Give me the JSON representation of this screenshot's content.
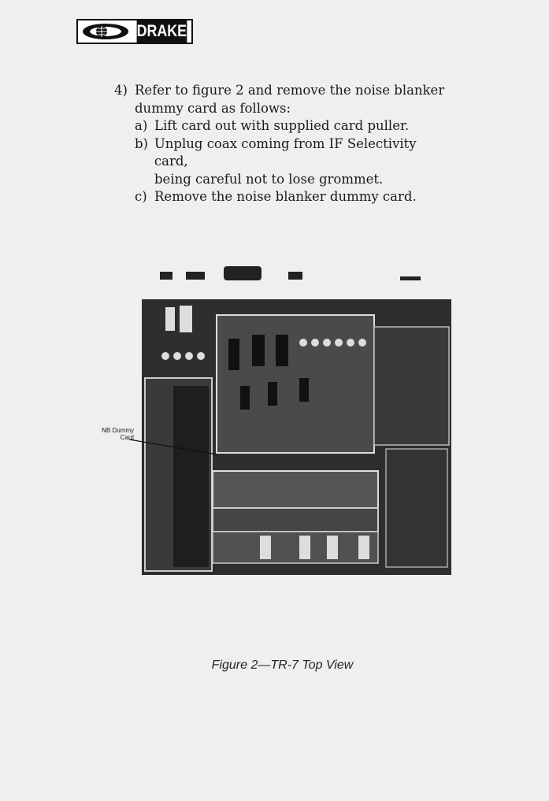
{
  "logo": {
    "text": "DRAKE"
  },
  "instructions": {
    "step_number": "4)",
    "step_text_line1": "Refer to figure 2 and remove the noise blanker",
    "step_text_line2": "dummy card as follows:",
    "substeps": [
      {
        "label": "a)",
        "text": "Lift card out with supplied card puller."
      },
      {
        "label": "b)",
        "text": "Unplug coax coming from IF Selectivity card,",
        "text2": "being careful not to lose grommet."
      },
      {
        "label": "c)",
        "text": "Remove the noise blanker dummy card."
      }
    ]
  },
  "figure": {
    "callout_line1": "NB Dummy",
    "callout_line2": "Card",
    "caption": "Figure 2—TR-7 Top View"
  }
}
